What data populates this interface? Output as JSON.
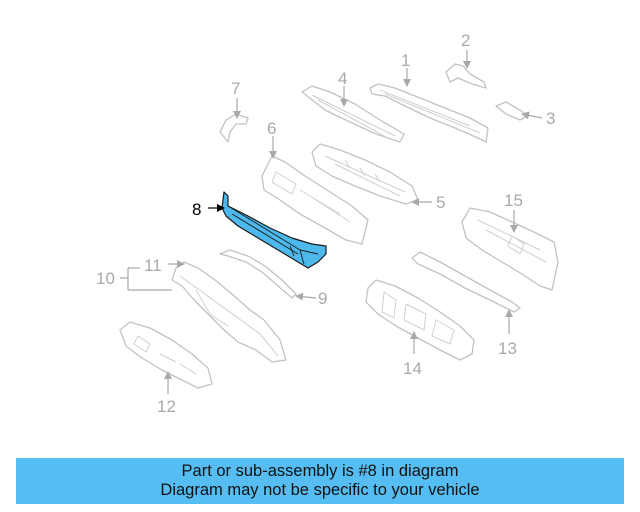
{
  "diagram": {
    "highlighted_part": "8",
    "highlight_color": "#4db8ec",
    "part_color": "#c2c2c2",
    "callouts": [
      "1",
      "2",
      "3",
      "4",
      "5",
      "6",
      "7",
      "8",
      "9",
      "10",
      "11",
      "12",
      "13",
      "14",
      "15"
    ]
  },
  "banner": {
    "line1": "Part or sub-assembly is #8 in diagram",
    "line2": "Diagram may not be specific to your vehicle",
    "background": "#55bdf1"
  }
}
